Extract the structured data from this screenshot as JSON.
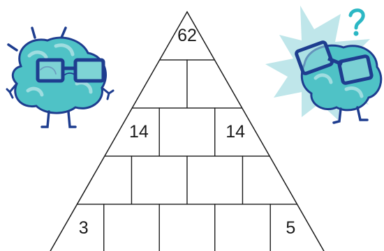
{
  "puzzle": {
    "rows": [
      [
        "62"
      ],
      [
        "",
        ""
      ],
      [
        "14",
        "",
        "14"
      ],
      [
        "",
        "",
        "",
        ""
      ],
      [
        "3",
        "",
        "",
        "",
        "5"
      ]
    ]
  },
  "colors": {
    "ink": "#1a1a1a",
    "brain_fill": "#4fc2c6",
    "brain_light": "#9fdde0",
    "brain_outline": "#1e3d8f",
    "burst": "#bfe6ea",
    "question_mark": "#2bb7c4"
  },
  "icons": {
    "left_character": "brain-with-glasses-icon",
    "right_character": "thinking-brain-with-glasses-icon",
    "question": "question-mark-icon"
  }
}
